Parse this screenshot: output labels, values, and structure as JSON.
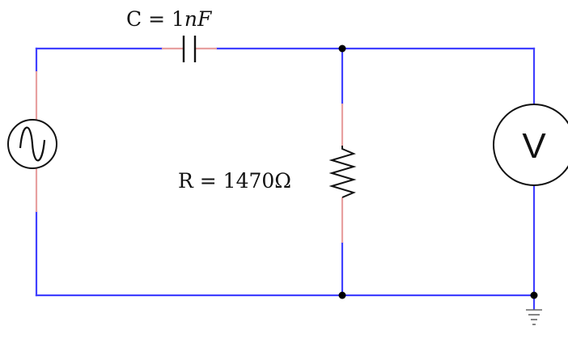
{
  "labels": {
    "capacitor": "C = 1",
    "capacitor_units": "nF",
    "resistor": "R = 1470Ω",
    "voltmeter": "V"
  },
  "colors": {
    "wire": "#4040ff",
    "lead": "#e8a0a0",
    "component": "#111111",
    "node": "#000000"
  },
  "icons": {
    "source": "ac-source-icon",
    "resistor": "resistor-icon",
    "capacitor": "capacitor-icon",
    "voltmeter": "voltmeter-icon",
    "ground": "ground-icon"
  }
}
